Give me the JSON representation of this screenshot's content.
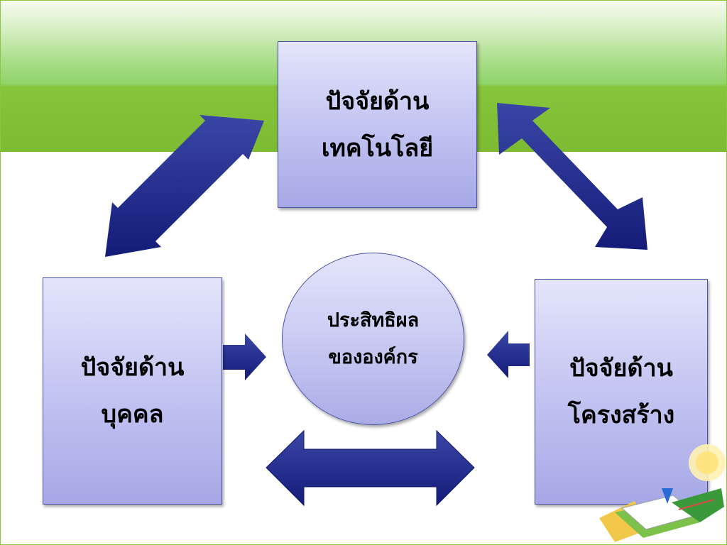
{
  "diagram": {
    "top_box": {
      "line1": "ปัจจัยด้าน",
      "line2": "เทคโนโลยี"
    },
    "left_box": {
      "line1": "ปัจจัยด้าน",
      "line2": "บุคคล"
    },
    "right_box": {
      "line1": "ปัจจัยด้าน",
      "line2": "โครงสร้าง"
    },
    "center": {
      "line1": "ประสิทธิผล",
      "line2": "ขององค์กร"
    }
  },
  "colors": {
    "arrow": "#1f2a8a",
    "box_top": "#e4e5fb",
    "box_bottom": "#a6a8e6",
    "banner": "#7dbb33"
  },
  "icons": [
    "books-clipart-icon"
  ]
}
